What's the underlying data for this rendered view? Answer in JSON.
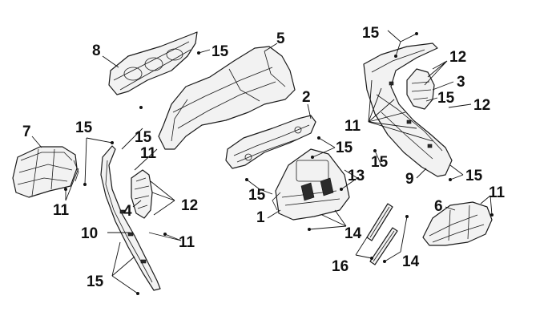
{
  "diagram": {
    "type": "exploded-parts-diagram",
    "colors": {
      "line": "#1a1a1a",
      "fill": "#f2f2f2",
      "background": "#ffffff"
    },
    "callouts": [
      {
        "id": "c-15a",
        "text": "15"
      },
      {
        "id": "c-8",
        "text": "8"
      },
      {
        "id": "c-5",
        "text": "5"
      },
      {
        "id": "c-15b",
        "text": "15"
      },
      {
        "id": "c-12a",
        "text": "12"
      },
      {
        "id": "c-3",
        "text": "3"
      },
      {
        "id": "c-15c",
        "text": "15"
      },
      {
        "id": "c-12b",
        "text": "12"
      },
      {
        "id": "c-2",
        "text": "2"
      },
      {
        "id": "c-7",
        "text": "7"
      },
      {
        "id": "c-15d",
        "text": "15"
      },
      {
        "id": "c-11a",
        "text": "11"
      },
      {
        "id": "c-15e",
        "text": "15"
      },
      {
        "id": "c-11b",
        "text": "11"
      },
      {
        "id": "c-15f",
        "text": "15"
      },
      {
        "id": "c-15g",
        "text": "15"
      },
      {
        "id": "c-13",
        "text": "13"
      },
      {
        "id": "c-9",
        "text": "9"
      },
      {
        "id": "c-15h",
        "text": "15"
      },
      {
        "id": "c-15i",
        "text": "15"
      },
      {
        "id": "c-11c",
        "text": "11"
      },
      {
        "id": "c-4",
        "text": "4"
      },
      {
        "id": "c-12c",
        "text": "12"
      },
      {
        "id": "c-11d",
        "text": "11"
      },
      {
        "id": "c-1",
        "text": "1"
      },
      {
        "id": "c-6",
        "text": "6"
      },
      {
        "id": "c-14a",
        "text": "14"
      },
      {
        "id": "c-10",
        "text": "10"
      },
      {
        "id": "c-11e",
        "text": "11"
      },
      {
        "id": "c-16",
        "text": "16"
      },
      {
        "id": "c-14b",
        "text": "14"
      },
      {
        "id": "c-15j",
        "text": "15"
      }
    ]
  }
}
